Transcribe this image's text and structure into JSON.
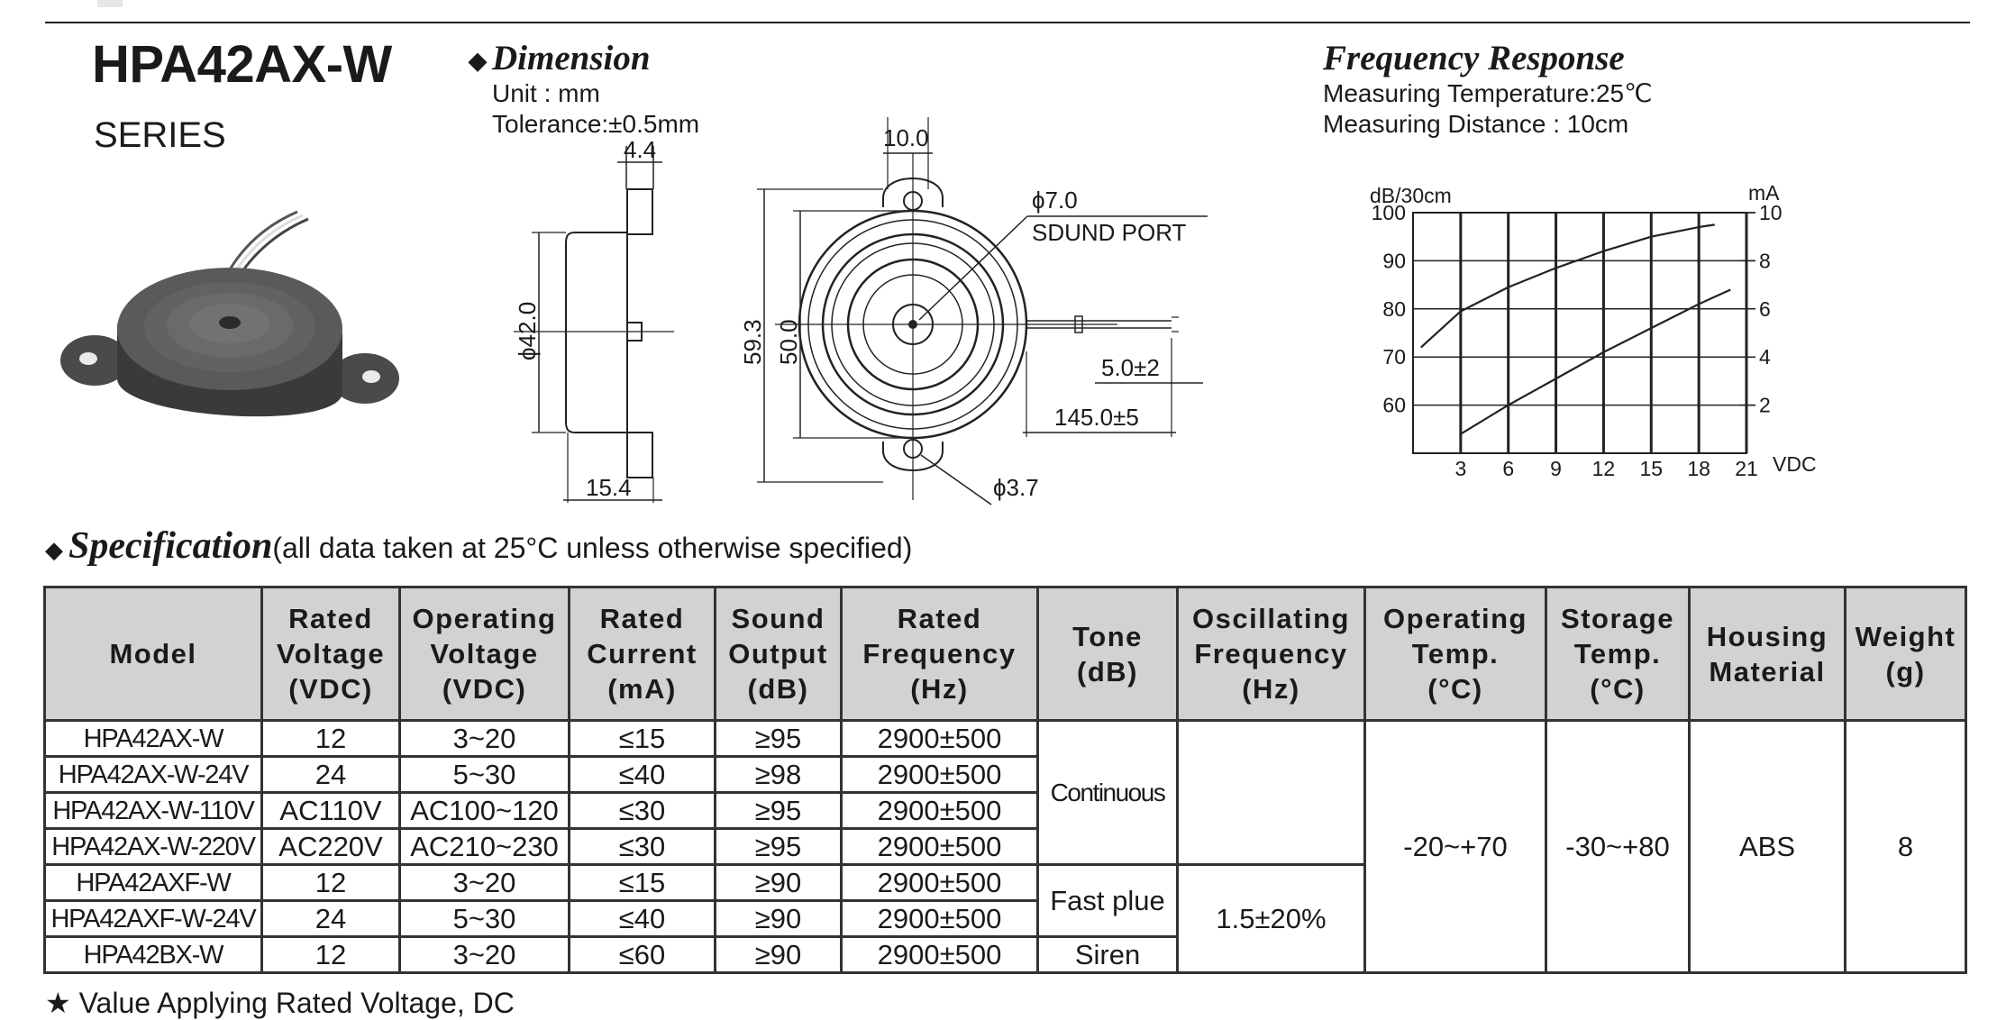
{
  "header": {
    "model": "HPA42AX-W",
    "series": "SERIES"
  },
  "dimension": {
    "title": "Dimension",
    "bullet": "◆",
    "unit": "Unit : mm",
    "tolerance": "Tolerance:±0.5mm",
    "labels": {
      "w44": "4.4",
      "d42": "ϕ42.0",
      "w154": "15.4",
      "w100": "10.0",
      "h593": "59.3",
      "h500": "50.0",
      "port": "ϕ7.0",
      "port_label": "SDUND PORT",
      "wire_tip": "5.0±2",
      "wire_len": "145.0±5",
      "hole": "ϕ3.7"
    }
  },
  "frequency": {
    "title": "Frequency Response",
    "temp": "Measuring Temperature:25℃",
    "distance": "Measuring Distance : 10cm"
  },
  "chart_data": {
    "type": "line",
    "ylabel_left": "dB/30cm",
    "ylabel_right": "mA",
    "xlabel": "VDC",
    "x_ticks": [
      "3",
      "6",
      "9",
      "12",
      "15",
      "18",
      "21"
    ],
    "y_left_ticks": [
      "100",
      "90",
      "80",
      "70",
      "60"
    ],
    "y_right_ticks": [
      "10",
      "8",
      "6",
      "4",
      "2"
    ],
    "xlim": [
      0,
      21
    ],
    "ylim_left": [
      50,
      100
    ],
    "ylim_right": [
      0,
      10
    ],
    "series": [
      {
        "axis": "left",
        "x": [
          0.5,
          3,
          6,
          9,
          12,
          15,
          18,
          19
        ],
        "y": [
          72,
          79.5,
          84.5,
          88.5,
          92,
          95,
          97,
          97.5
        ]
      },
      {
        "axis": "right",
        "x": [
          3,
          6,
          9,
          12,
          15,
          18,
          20
        ],
        "y": [
          0.8,
          2,
          3.1,
          4.2,
          5.2,
          6.2,
          6.8
        ]
      }
    ]
  },
  "spec": {
    "bullet": "◆",
    "title": "Specification",
    "subtitle": "(all data taken at 25°C unless otherwise specified)",
    "headers": {
      "model": "Model",
      "rated_voltage": [
        "Rated",
        "Voltage",
        "(VDC)"
      ],
      "operating_voltage": [
        "Operating",
        "Voltage",
        "(VDC)"
      ],
      "rated_current": [
        "Rated",
        "Current",
        "(mA)"
      ],
      "sound_output": [
        "Sound",
        "Output",
        "(dB)"
      ],
      "rated_frequency": [
        "Rated",
        "Frequency",
        "(Hz)"
      ],
      "tone": [
        "Tone",
        "(dB)"
      ],
      "osc_frequency": [
        "Oscillating",
        "Frequency",
        "(Hz)"
      ],
      "operating_temp": [
        "Operating",
        "Temp.",
        "(°C)"
      ],
      "storage_temp": [
        "Storage",
        "Temp.",
        "(°C)"
      ],
      "housing": [
        "Housing",
        "Material"
      ],
      "weight": [
        "Weight",
        "(g)"
      ]
    },
    "rows": [
      {
        "model": "HPA42AX-W",
        "rv": "12",
        "ov": "3~20",
        "rc": "≤15",
        "so": "≥95",
        "rf": "2900±500"
      },
      {
        "model": "HPA42AX-W-24V",
        "rv": "24",
        "ov": "5~30",
        "rc": "≤40",
        "so": "≥98",
        "rf": "2900±500"
      },
      {
        "model": "HPA42AX-W-110V",
        "rv": "AC110V",
        "ov": "AC100~120",
        "rc": "≤30",
        "so": "≥95",
        "rf": "2900±500"
      },
      {
        "model": "HPA42AX-W-220V",
        "rv": "AC220V",
        "ov": "AC210~230",
        "rc": "≤30",
        "so": "≥95",
        "rf": "2900±500"
      },
      {
        "model": "HPA42AXF-W",
        "rv": "12",
        "ov": "3~20",
        "rc": "≤15",
        "so": "≥90",
        "rf": "2900±500"
      },
      {
        "model": "HPA42AXF-W-24V",
        "rv": "24",
        "ov": "5~30",
        "rc": "≤40",
        "so": "≥90",
        "rf": "2900±500"
      },
      {
        "model": "HPA42BX-W",
        "rv": "12",
        "ov": "3~20",
        "rc": "≤60",
        "so": "≥90",
        "rf": "2900±500"
      }
    ],
    "tone_continuous": "Continuous",
    "tone_fast": "Fast plue",
    "tone_siren": "Siren",
    "osc_freq": "1.5±20%",
    "operating_temp": "-20~+70",
    "storage_temp": "-30~+80",
    "housing": "ABS",
    "weight": "8"
  },
  "note": "★ Value Applying Rated Voltage, DC"
}
